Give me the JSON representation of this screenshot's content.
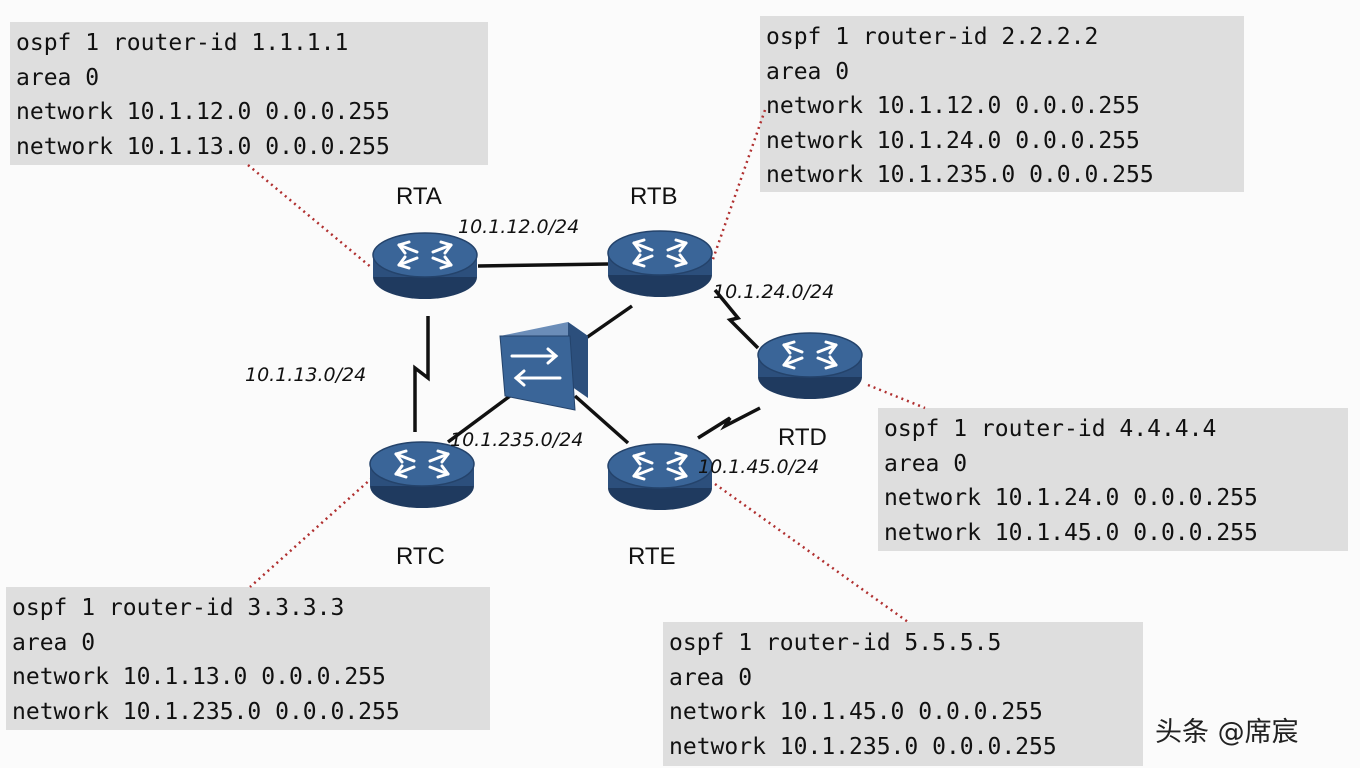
{
  "configs": {
    "rta": [
      "ospf 1 router-id 1.1.1.1",
      "area 0",
      "network 10.1.12.0 0.0.0.255",
      "network 10.1.13.0 0.0.0.255"
    ],
    "rtb": [
      "ospf 1 router-id 2.2.2.2",
      "area 0",
      "network 10.1.12.0 0.0.0.255",
      "network 10.1.24.0 0.0.0.255",
      "network 10.1.235.0 0.0.0.255"
    ],
    "rtd": [
      "ospf 1 router-id 4.4.4.4",
      "area 0",
      "network 10.1.24.0 0.0.0.255",
      "network 10.1.45.0 0.0.0.255"
    ],
    "rtc": [
      "ospf 1 router-id 3.3.3.3",
      "area 0",
      "network 10.1.13.0 0.0.0.255",
      "network 10.1.235.0 0.0.0.255"
    ],
    "rte": [
      "ospf 1 router-id 5.5.5.5",
      "area 0",
      "network 10.1.45.0 0.0.0.255",
      "network 10.1.235.0 0.0.0.255"
    ]
  },
  "routers": {
    "rta": "RTA",
    "rtb": "RTB",
    "rtc": "RTC",
    "rtd": "RTD",
    "rte": "RTE"
  },
  "networks": {
    "n12": "10.1.12.0/24",
    "n13": "10.1.13.0/24",
    "n24": "10.1.24.0/24",
    "n235": "10.1.235.0/24",
    "n45": "10.1.45.0/24"
  },
  "watermark": "头条 @席宸",
  "colors": {
    "router_body": "#2c4f7c",
    "router_top": "#3a6598",
    "config_bg": "#dedede",
    "callout_line": "#b03030"
  }
}
